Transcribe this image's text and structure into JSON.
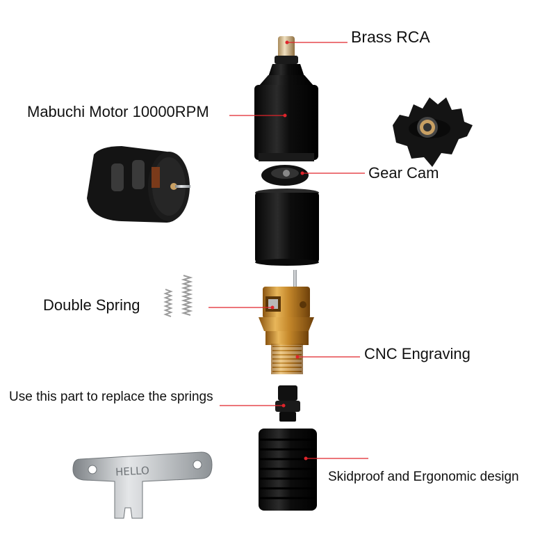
{
  "labels": {
    "brass_rca": "Brass RCA",
    "motor": "Mabuchi Motor 10000RPM",
    "gear_cam": "Gear Cam",
    "double_spring": "Double Spring",
    "cnc": "CNC Engraving",
    "replace": "Use this part to replace the springs",
    "skidproof": "Skidproof and Ergonomic design"
  },
  "key_engraving": "HELLO",
  "colors": {
    "leader_line": "#e0242b",
    "body_black": "#111111",
    "gold": "#c98b2a",
    "steel": "#b8bcc0"
  }
}
